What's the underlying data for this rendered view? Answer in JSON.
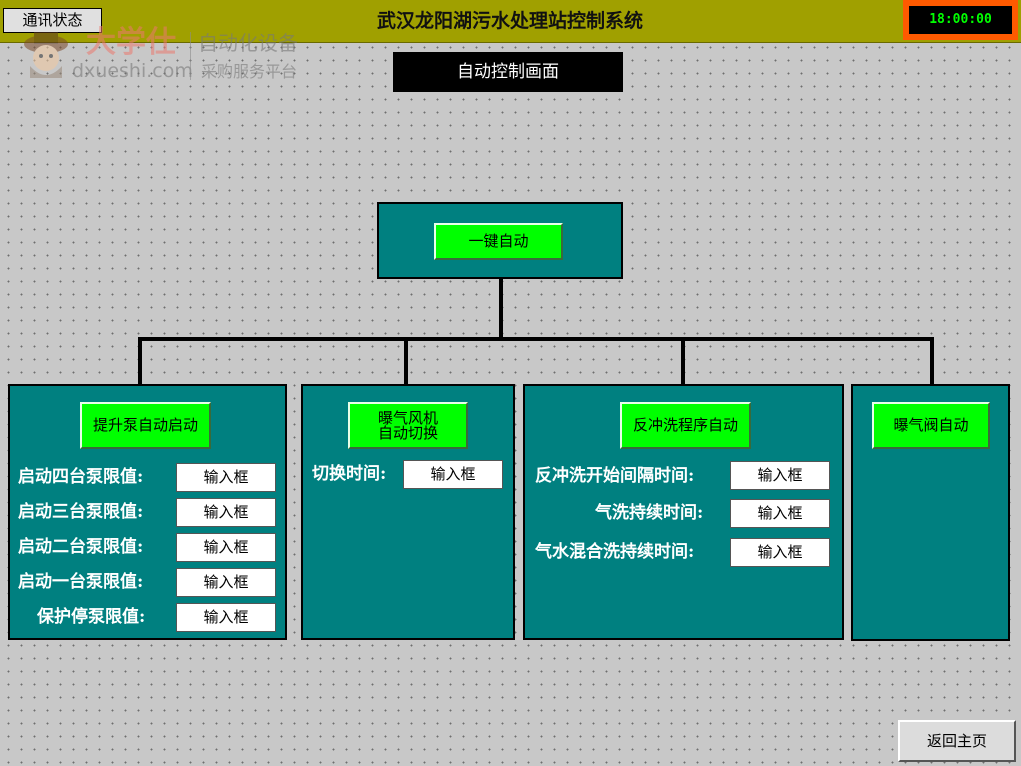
{
  "header": {
    "comm_status": "通讯状态",
    "system_title": "武汉龙阳湖污水处理站控制系统",
    "clock": "18:00:00"
  },
  "watermark": {
    "brand_cn": "大学仕",
    "brand_url": "dxueshi.com",
    "tag1": "自动化设备",
    "tag2": "采购服务平台"
  },
  "screen_title": "自动控制画面",
  "one_key": {
    "label": "一键自动"
  },
  "lift_pump": {
    "button": "提升泵自动启动",
    "rows": [
      {
        "label": "启动四台泵限值:",
        "input": "输入框"
      },
      {
        "label": "启动三台泵限值:",
        "input": "输入框"
      },
      {
        "label": "启动二台泵限值:",
        "input": "输入框"
      },
      {
        "label": "启动一台泵限值:",
        "input": "输入框"
      },
      {
        "label": "保护停泵限值:",
        "input": "输入框"
      }
    ]
  },
  "aeration_fan": {
    "button_line1": "曝气风机",
    "button_line2": "自动切换",
    "rows": [
      {
        "label": "切换时间:",
        "input": "输入框"
      }
    ]
  },
  "backwash": {
    "button": "反冲洗程序自动",
    "rows": [
      {
        "label": "反冲洗开始间隔时间:",
        "input": "输入框"
      },
      {
        "label": "气洗持续时间:",
        "input": "输入框"
      },
      {
        "label": "气水混合洗持续时间:",
        "input": "输入框"
      }
    ]
  },
  "aeration_valve": {
    "button": "曝气阀自动"
  },
  "footer": {
    "back_button": "返回主页"
  },
  "colors": {
    "title_bar": "#a0a000",
    "panel": "#008080",
    "button_on": "#00ff00",
    "clock_text": "#00ff00",
    "clock_border": "#ff5a00"
  }
}
